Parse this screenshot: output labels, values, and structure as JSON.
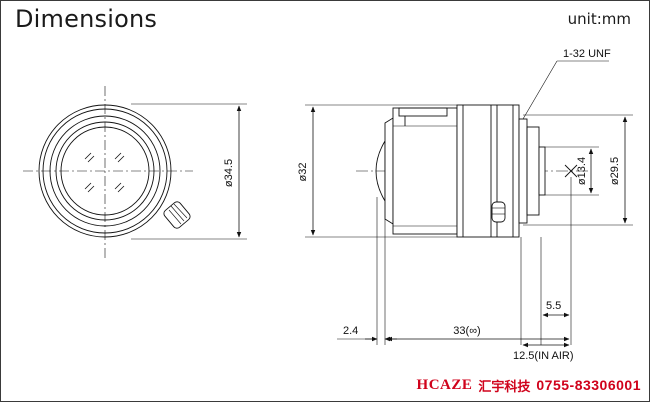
{
  "header": {
    "title": "Dimensions",
    "unit": "unit:mm"
  },
  "dimensions": {
    "front_diameter": "ø34.5",
    "side_diameter": "ø32",
    "thread": "1-32 UNF",
    "mount_diameter": "ø29.5",
    "image_circle": "ø13.4",
    "flange_offset": "2.4",
    "total_length": "33(∞)",
    "back_focus": "5.5",
    "flange_back": "12.5(IN AIR)"
  },
  "brand": {
    "logo": "HCAZE",
    "name": "汇宇科技",
    "phone": "0755-83306001"
  },
  "colors": {
    "line": "#111111",
    "brand": "#d0021b"
  }
}
